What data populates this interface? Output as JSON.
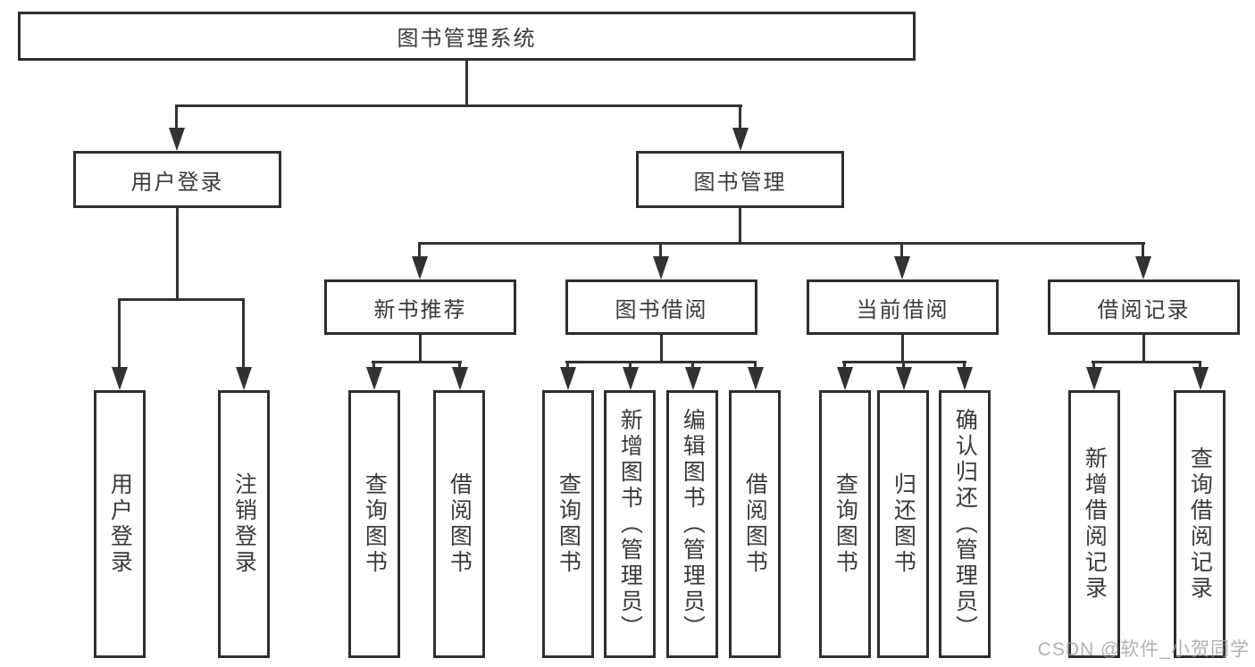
{
  "diagram": {
    "root": {
      "label": "图书管理系统"
    },
    "branches": [
      {
        "label": "用户登录",
        "leaves": [
          "用户登录",
          "注销登录"
        ]
      },
      {
        "label": "图书管理",
        "groups": [
          {
            "label": "新书推荐",
            "leaves": [
              "查询图书",
              "借阅图书"
            ]
          },
          {
            "label": "图书借阅",
            "leaves": [
              "查询图书",
              "新增图书（管理员）",
              "编辑图书（管理员）",
              "借阅图书"
            ]
          },
          {
            "label": "当前借阅",
            "leaves": [
              "查询图书",
              "归还图书",
              "确认归还（管理员）"
            ]
          },
          {
            "label": "借阅记录",
            "leaves": [
              "新增借阅记录",
              "查询借阅记录"
            ]
          }
        ]
      }
    ],
    "watermark": "CSDN @软件_小贺同学",
    "colors": {
      "line": "#323232",
      "box_border": "#2e2e2e",
      "box_background": "#ffffff",
      "text": "#3a3a3a",
      "watermark": "#9e9e9e"
    }
  }
}
